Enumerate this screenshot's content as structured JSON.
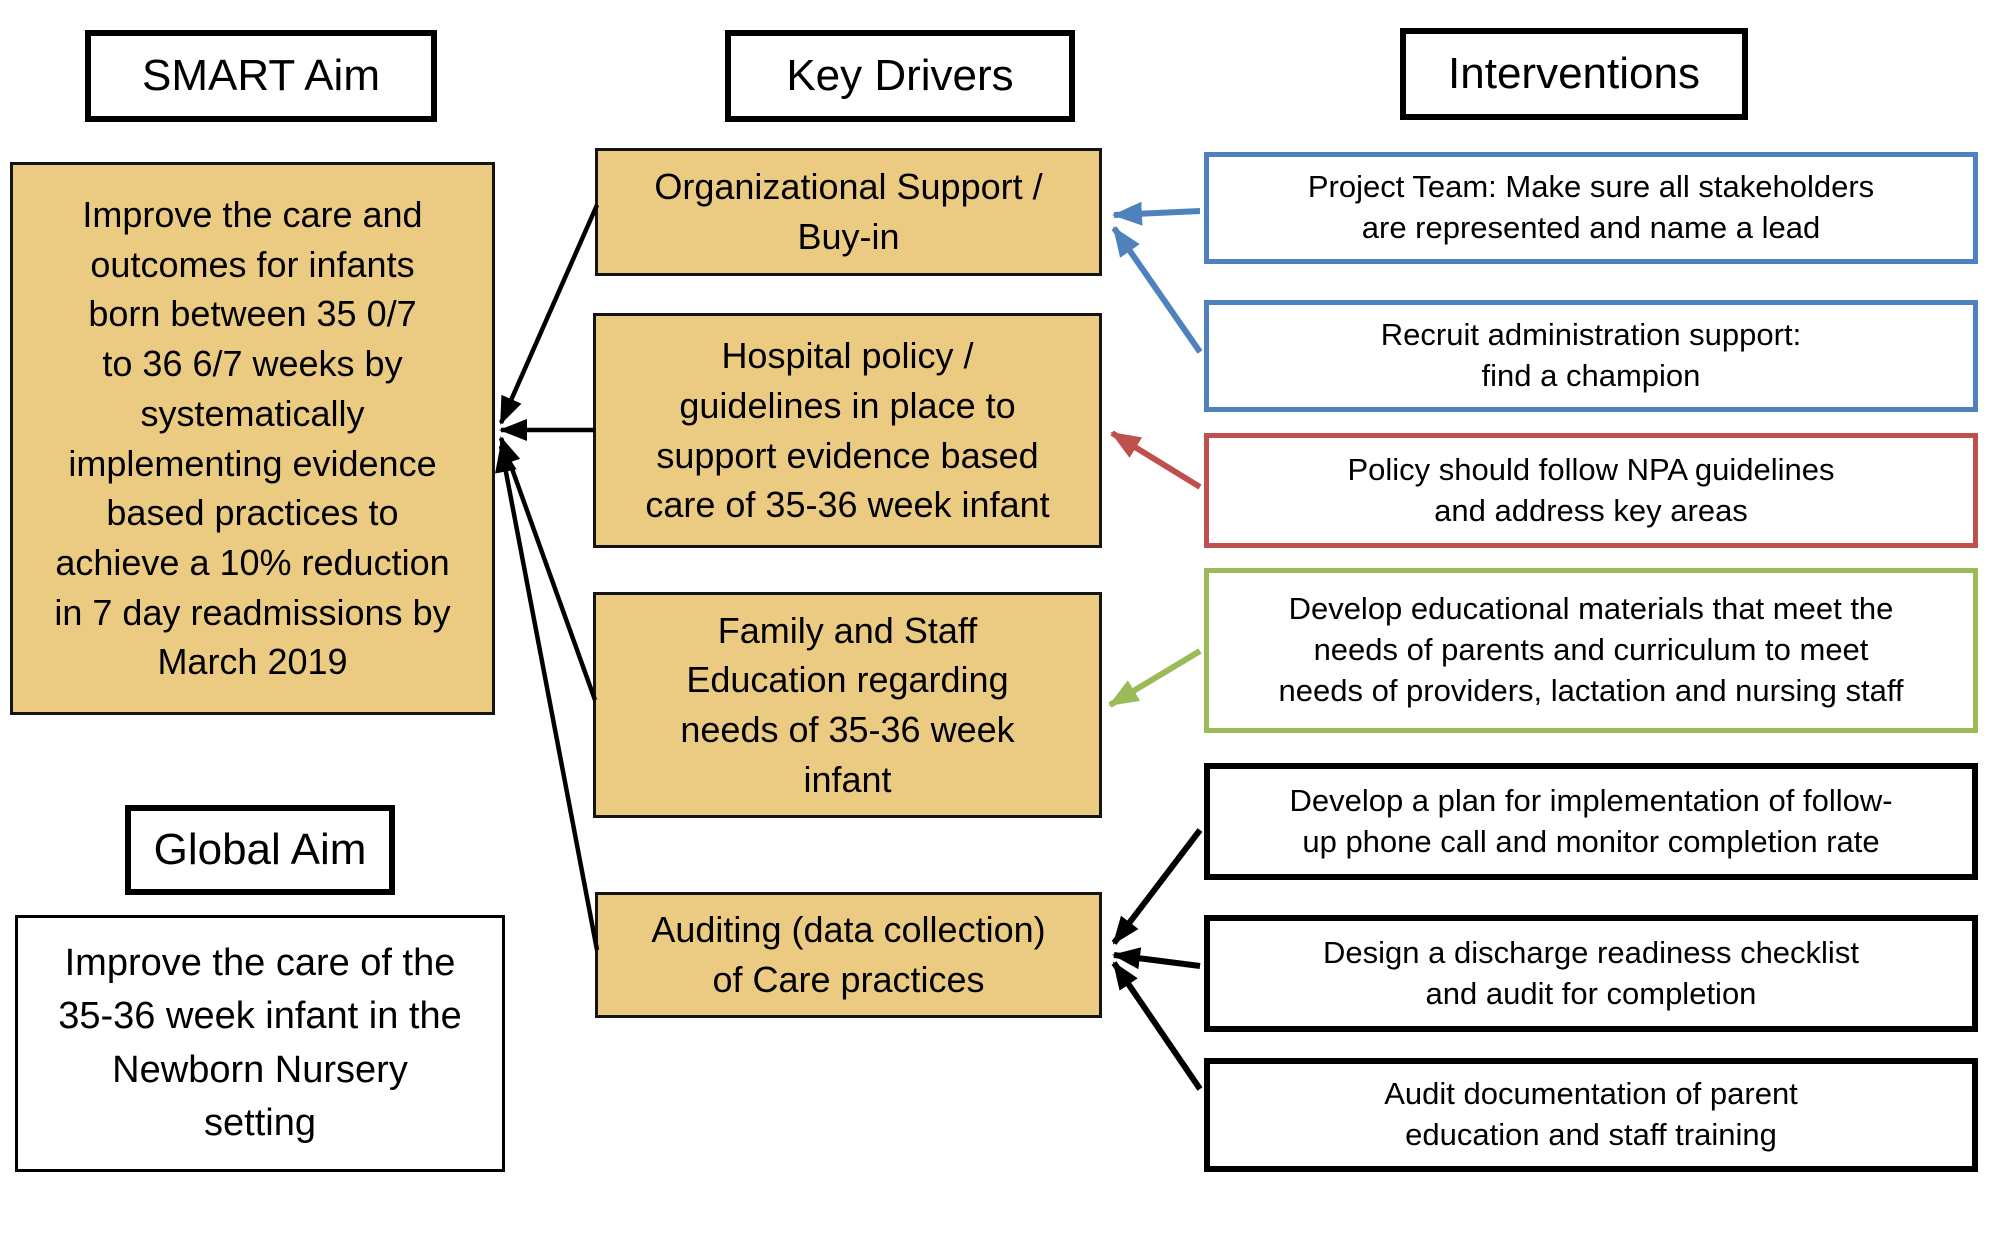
{
  "colors": {
    "tan": "#EACB81",
    "blue": "#4F81BD",
    "red": "#C0504D",
    "green": "#9BBB59",
    "black": "#000000"
  },
  "headers": {
    "smart_aim": "SMART Aim",
    "key_drivers": "Key Drivers",
    "interventions": "Interventions",
    "global_aim": "Global Aim"
  },
  "smart_aim": {
    "text": "Improve the care and\noutcomes for infants\nborn between 35 0/7\nto 36 6/7 weeks by\nsystematically\nimplementing evidence\nbased practices to\nachieve a 10% reduction\nin 7 day readmissions by\nMarch 2019"
  },
  "global_aim": {
    "text": "Improve the care of the\n35-36 week infant in the\nNewborn Nursery\nsetting"
  },
  "drivers": [
    {
      "id": "organizational-support",
      "text": "Organizational Support /\nBuy-in"
    },
    {
      "id": "hospital-policy",
      "text": "Hospital policy /\nguidelines in place to\nsupport evidence based\ncare of 35-36 week infant"
    },
    {
      "id": "family-staff-education",
      "text": "Family and Staff\nEducation regarding\nneeds of 35-36 week\ninfant"
    },
    {
      "id": "auditing",
      "text": "Auditing (data collection)\nof Care practices"
    }
  ],
  "interventions": [
    {
      "id": "project-team",
      "border": "blue",
      "text": "Project Team:  Make sure all stakeholders\nare represented and name a lead"
    },
    {
      "id": "recruit-administration",
      "border": "blue",
      "text": "Recruit administration support:\nfind a champion"
    },
    {
      "id": "policy-npa",
      "border": "red",
      "text": "Policy should follow NPA guidelines\nand address key areas"
    },
    {
      "id": "educational-materials",
      "border": "green",
      "text": "Develop educational materials that meet the\nneeds of parents and curriculum to meet\nneeds of providers, lactation and nursing staff"
    },
    {
      "id": "follow-up-plan",
      "border": "black",
      "text": "Develop a plan for implementation of follow-\nup phone call and monitor completion rate"
    },
    {
      "id": "discharge-checklist",
      "border": "black",
      "text": "Design a discharge readiness checklist\nand audit for completion"
    },
    {
      "id": "audit-documentation",
      "border": "black",
      "text": "Audit documentation of parent\neducation and staff training"
    }
  ]
}
